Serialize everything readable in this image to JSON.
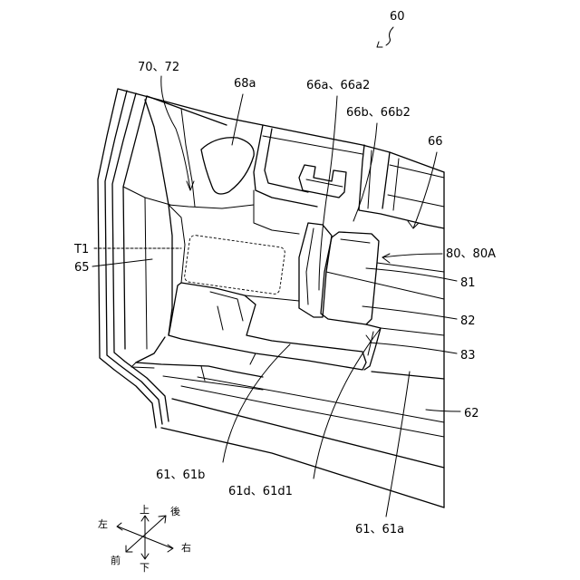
{
  "figure": {
    "number": "60",
    "labels": {
      "l70_72": "70、72",
      "l68a": "68a",
      "l66a": "66a、66a2",
      "l66b": "66b、66b2",
      "l66": "66",
      "lT1": "T1",
      "l65": "65",
      "l80": "80、80A",
      "l81": "81",
      "l82": "82",
      "l83": "83",
      "l62": "62",
      "l61b": "61、61b",
      "l61d": "61d、61d1",
      "l61a": "61、61a"
    },
    "directions": {
      "up": "上",
      "down": "下",
      "left": "左",
      "right": "右",
      "front": "前",
      "rear": "後"
    }
  }
}
